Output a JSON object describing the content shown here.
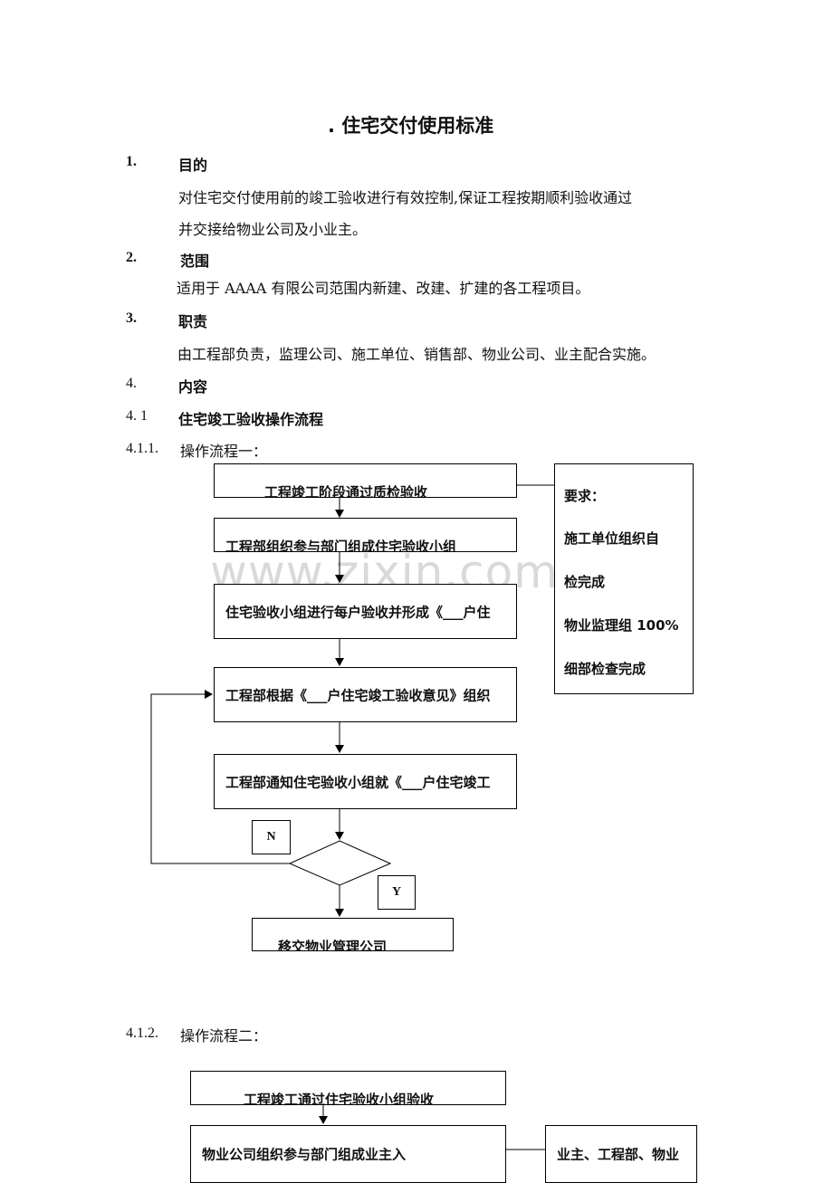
{
  "title": ". 住宅交付使用标准",
  "sections": {
    "s1": {
      "num": "1.",
      "heading": "目的",
      "para1": "对住宅交付使用前的竣工验收进行有效控制,保证工程按期顺利验收通过",
      "para2": "并交接给物业公司及小业主。"
    },
    "s2": {
      "num": "2.",
      "heading": "范围",
      "para": "适用于 AAAA 有限公司范围内新建、改建、扩建的各工程项目。"
    },
    "s3": {
      "num": "3.",
      "heading": "职责",
      "para": "由工程部负责，监理公司、施工单位、销售部、物业公司、业主配合实施。"
    },
    "s4": {
      "num": "4.",
      "heading": "内容"
    },
    "s41": {
      "num": "4. 1",
      "heading": "住宅竣工验收操作流程"
    },
    "s411": {
      "num": "4.1.1.",
      "heading": "操作流程一："
    },
    "s412": {
      "num": "4.1.2.",
      "heading": "操作流程二："
    }
  },
  "watermark": "www.zixin.com.cn",
  "flow1": {
    "step1": "工程竣工阶段通过质检验收",
    "step2": "工程部组织参与部门组成住宅验收小组",
    "step3": "住宅验收小组进行每户验收并形成《___户住",
    "step4": "工程部根据《___户住宅竣工验收意见》组织",
    "step5": "工程部通知住宅验收小组就《___户住宅竣工",
    "step6": "移交物业管理公司",
    "label_n": "N",
    "label_y": "Y",
    "requirement": {
      "line1": "要求：",
      "line2": "施工单位组织自",
      "line3": "检完成",
      "line4": "物业监理组 100%",
      "line5": "细部检查完成"
    }
  },
  "flow2": {
    "step1": "工程竣工通过住宅验收小组验收",
    "step2": "物业公司组织参与部门组成业主入",
    "side": "业主、工程部、物业"
  }
}
